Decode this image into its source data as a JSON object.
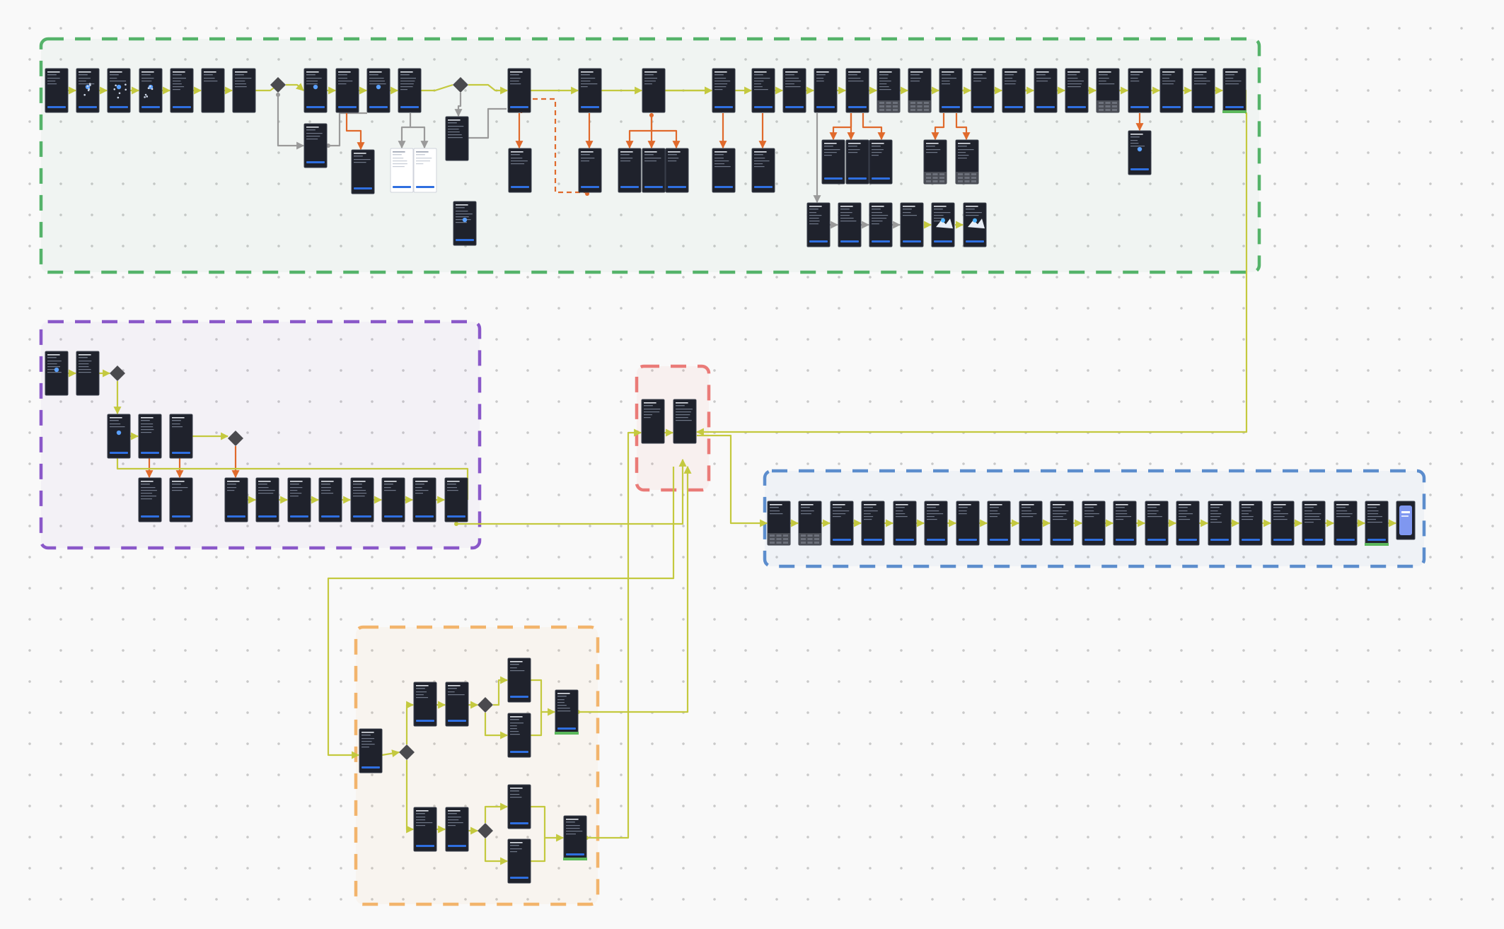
{
  "canvas": {
    "background": "#f9f9f9",
    "grid_dot_color": "#c9c9c9"
  },
  "colors": {
    "screen_fill": "#1f222c",
    "screen_border": "#3a3f4b",
    "screen_text": "#dfe3ea",
    "screen_subtext": "#6f7787",
    "screen_button": "#2f6fe0",
    "screen_success": "#5cb85c",
    "screen_light_fill": "#ffffff",
    "screen_light_accent": "#7f97f0",
    "decision_fill": "#4a4a4e",
    "main_flow_connector": "#c4c93f",
    "alternate_flow_connector": "#e06a2c",
    "secondary_connector": "#9a9a9a"
  },
  "groups": [
    {
      "id": "group-green",
      "color": "#55b36a",
      "fill": "rgba(100,170,140,0.06)"
    },
    {
      "id": "group-purple",
      "color": "#8a58c9",
      "fill": "rgba(140,90,200,0.05)"
    },
    {
      "id": "group-red",
      "color": "#ea7b78",
      "fill": "rgba(234,123,120,0.07)"
    },
    {
      "id": "group-blue",
      "color": "#5c8dcd",
      "fill": "rgba(92,141,205,0.06)"
    },
    {
      "id": "group-orange",
      "color": "#f2b46c",
      "fill": "rgba(242,180,108,0.07)"
    }
  ]
}
